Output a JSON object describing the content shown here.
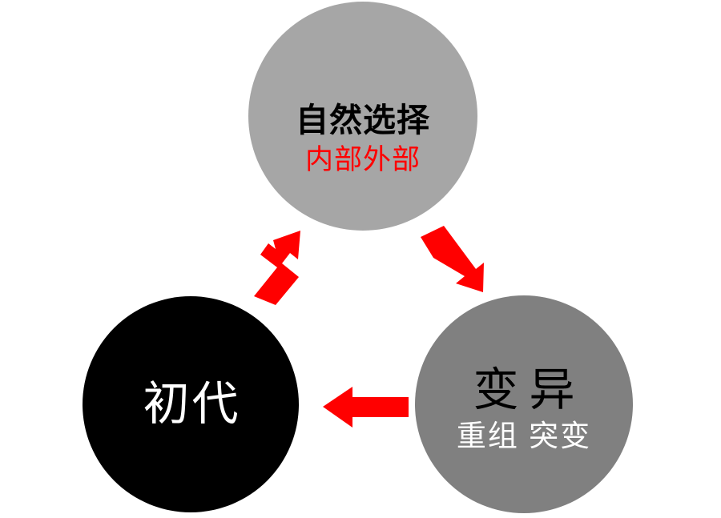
{
  "diagram": {
    "title": "evolution-cycle-diagram",
    "background_color": "#ffffff",
    "nodes": [
      {
        "id": "selection",
        "title": "自然选择",
        "subtitle": "内部外部",
        "fill_color": "#a6a6a6",
        "title_color": "#000000",
        "subtitle_color": "#ff0000",
        "position": "top"
      },
      {
        "id": "variation",
        "title": "变异",
        "subtitle": "重组 突变",
        "fill_color": "#808080",
        "title_color": "#000000",
        "subtitle_color": "#ffffff",
        "position": "bottom-right"
      },
      {
        "id": "origin",
        "title": "初代",
        "subtitle": "",
        "fill_color": "#000000",
        "title_color": "#ffffff",
        "subtitle_color": "#ffffff",
        "position": "bottom-left"
      }
    ],
    "arrows": [
      {
        "id": "origin-to-selection",
        "from": "初代",
        "to": "自然选择",
        "direction": "up-right",
        "color": "#ff0000"
      },
      {
        "id": "selection-to-variation",
        "from": "自然选择",
        "to": "变异",
        "direction": "down-right",
        "color": "#ff0000"
      },
      {
        "id": "variation-to-origin",
        "from": "变异",
        "to": "初代",
        "direction": "left",
        "color": "#ff0000"
      }
    ]
  }
}
